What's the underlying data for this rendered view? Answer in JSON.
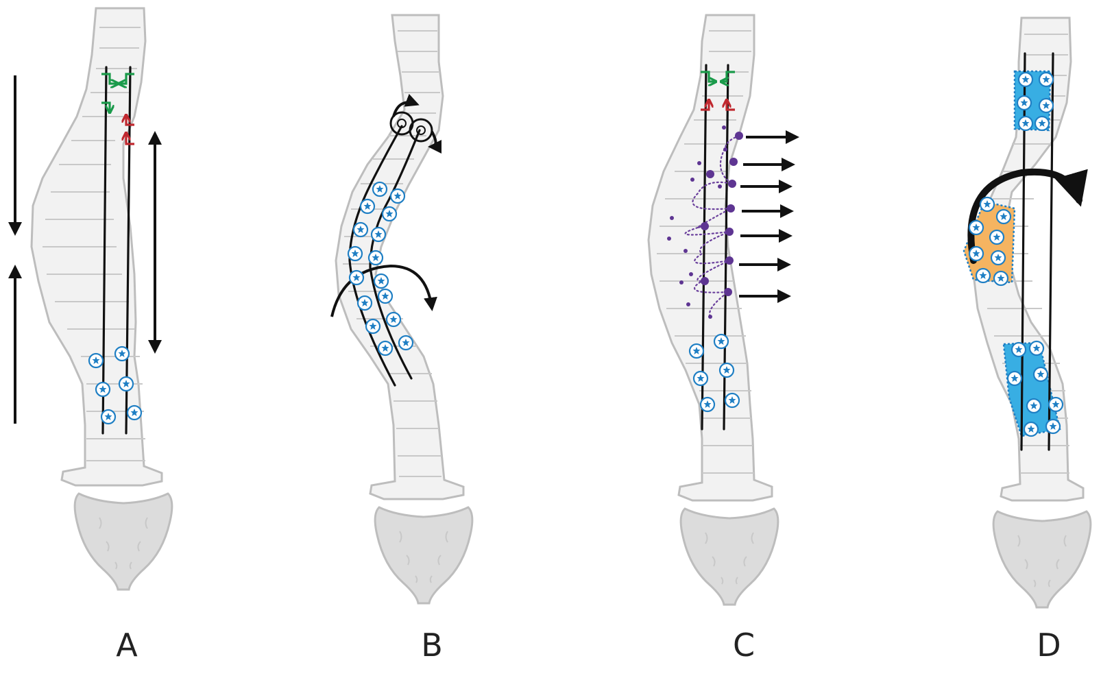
{
  "panels": [
    {
      "id": "A",
      "label": "A"
    },
    {
      "id": "B",
      "label": "B"
    },
    {
      "id": "C",
      "label": "C"
    },
    {
      "id": "D",
      "label": "D"
    }
  ],
  "colors": {
    "spine": "#f2f2f2",
    "screw": "#1f7fc4",
    "compression": "#1a9a4a",
    "distraction": "#c0282f",
    "tether": "#5e3592",
    "block_blue": "#38aee3",
    "block_orange": "#f5b461"
  }
}
